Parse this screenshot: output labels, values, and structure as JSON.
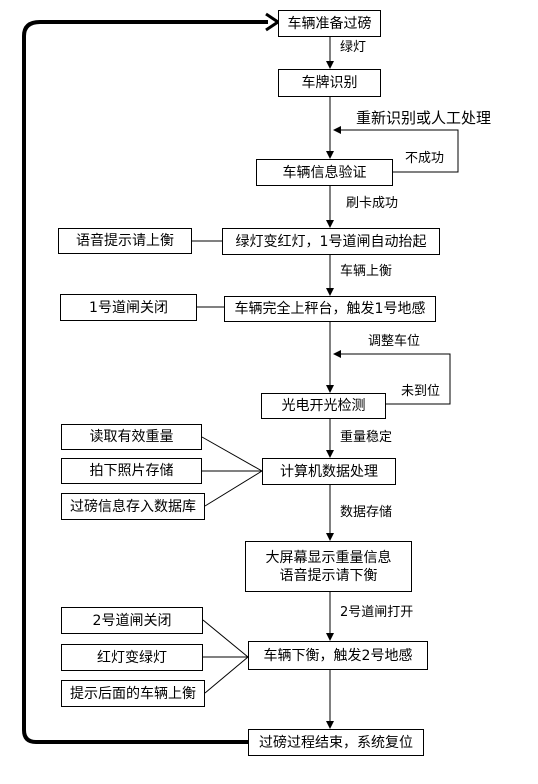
{
  "nodes": {
    "ready": "车辆准备过磅",
    "plate": "车牌识别",
    "verify": "车辆信息验证",
    "gate1_open": "绿灯变红灯，1号道闸自动抬起",
    "voice_up": "语音提示请上衡",
    "on_scale": "车辆完全上秤台，触发1号地感",
    "gate1_close": "1号道闸关闭",
    "photo": "光电开光检测",
    "compute": "计算机数据处理",
    "read_weight": "读取有效重量",
    "take_photo": "拍下照片存储",
    "save_db": "过磅信息存入数据库",
    "screen_line1": "大屏幕显示重量信息",
    "screen_line2": "语音提示请下衡",
    "leave": "车辆下衡，触发2号地感",
    "gate2_close": "2号道闸关闭",
    "light": "红灯变绿灯",
    "next_car": "提示后面的车辆上衡",
    "end": "过磅过程结束，系统复位"
  },
  "edges": {
    "green": "绿灯",
    "retry": "重新识别或人工处理",
    "fail": "不成功",
    "card_ok": "刷卡成功",
    "car_up": "车辆上衡",
    "adjust": "调整车位",
    "not_in_place": "未到位",
    "stable": "重量稳定",
    "store": "数据存储",
    "gate2_open": "2号道闸打开"
  }
}
